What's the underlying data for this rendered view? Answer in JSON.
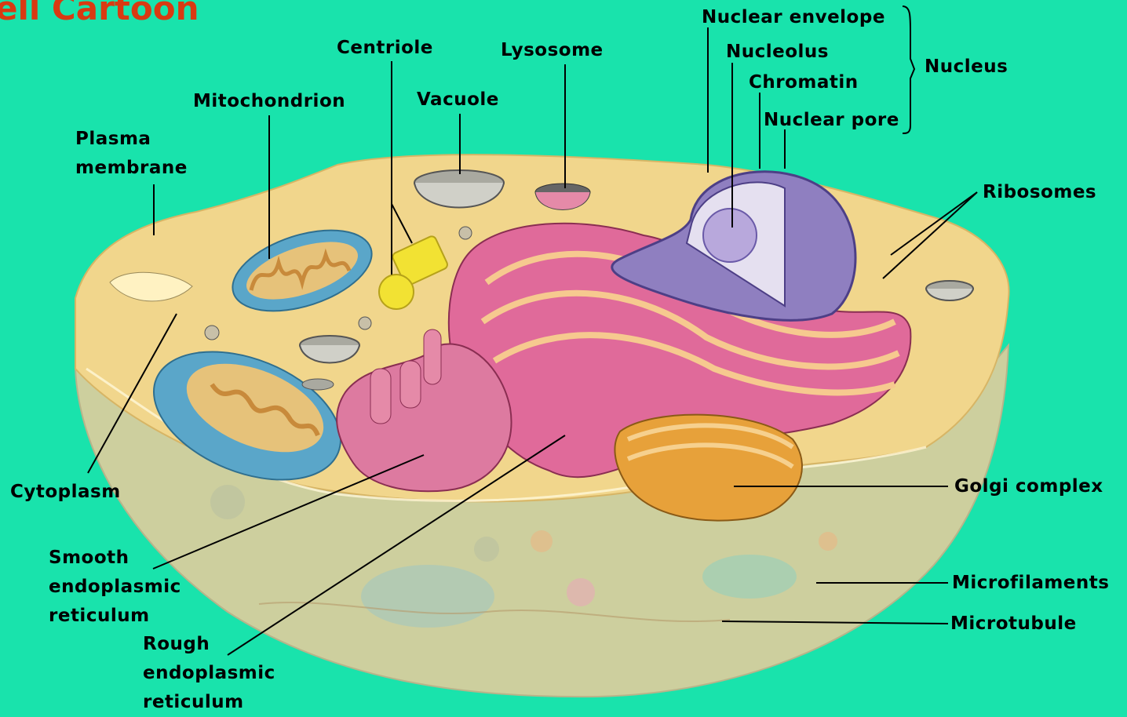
{
  "title": "ell Cartoon",
  "labels": {
    "nuclear_envelope": "Nuclear envelope",
    "centriole": "Centriole",
    "lysosome": "Lysosome",
    "nucleolus": "Nucleolus",
    "nucleus": "Nucleus",
    "chromatin": "Chromatin",
    "vacuole": "Vacuole",
    "mitochondrion": "Mitochondrion",
    "nuclear_pore": "Nuclear pore",
    "plasma_membrane": [
      "Plasma",
      "membrane"
    ],
    "ribosomes": "Ribosomes",
    "cytoplasm": "Cytoplasm",
    "golgi_complex": "Golgi complex",
    "smooth_er": [
      "Smooth",
      "endoplasmic",
      "reticulum"
    ],
    "microfilaments": "Microfilaments",
    "microtubule": "Microtubule",
    "rough_er": [
      "Rough",
      "endoplasmic",
      "reticulum"
    ]
  },
  "colors": {
    "background": "#19e3ac",
    "title": "#d93a12",
    "cytoplasm": "#f0d68a",
    "cell_base": "#cfcf9f",
    "mitochondrion": "#5aa6c9",
    "rough_er": "#e06a9a",
    "nucleus": "#8f7fc0",
    "golgi": "#e7a13a",
    "centriole": "#f2e233"
  }
}
